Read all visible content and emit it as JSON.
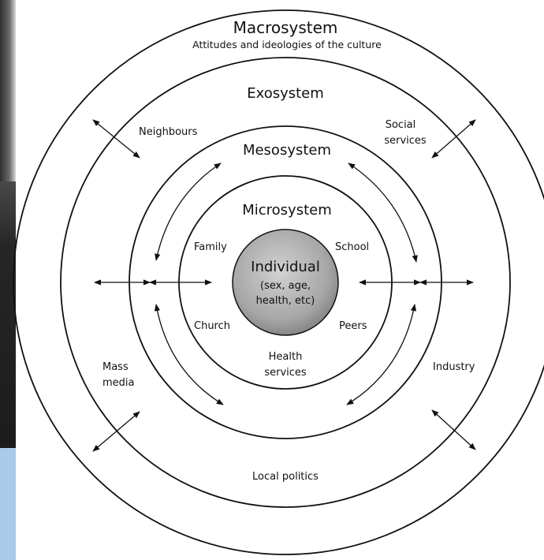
{
  "diagram": {
    "macrosystem": {
      "title": "Macrosystem",
      "subtitle": "Attitudes and ideologies of the culture"
    },
    "exosystem": {
      "title": "Exosystem",
      "neighbours": "Neighbours",
      "social_services": [
        "Social",
        "services"
      ],
      "mass_media": [
        "Mass",
        "media"
      ],
      "industry": "Industry",
      "local_politics": "Local politics"
    },
    "mesosystem": {
      "title": "Mesosystem"
    },
    "microsystem": {
      "title": "Microsystem",
      "family": "Family",
      "school": "School",
      "church": "Church",
      "peers": "Peers",
      "health_services": [
        "Health",
        "services"
      ]
    },
    "individual": {
      "title": "Individual",
      "details": [
        "(sex, age,",
        "health, etc)"
      ]
    },
    "colors": {
      "ink": "#111111",
      "individual_fill": "#9e9e9e",
      "blue_strip": "#aacbe9"
    }
  }
}
